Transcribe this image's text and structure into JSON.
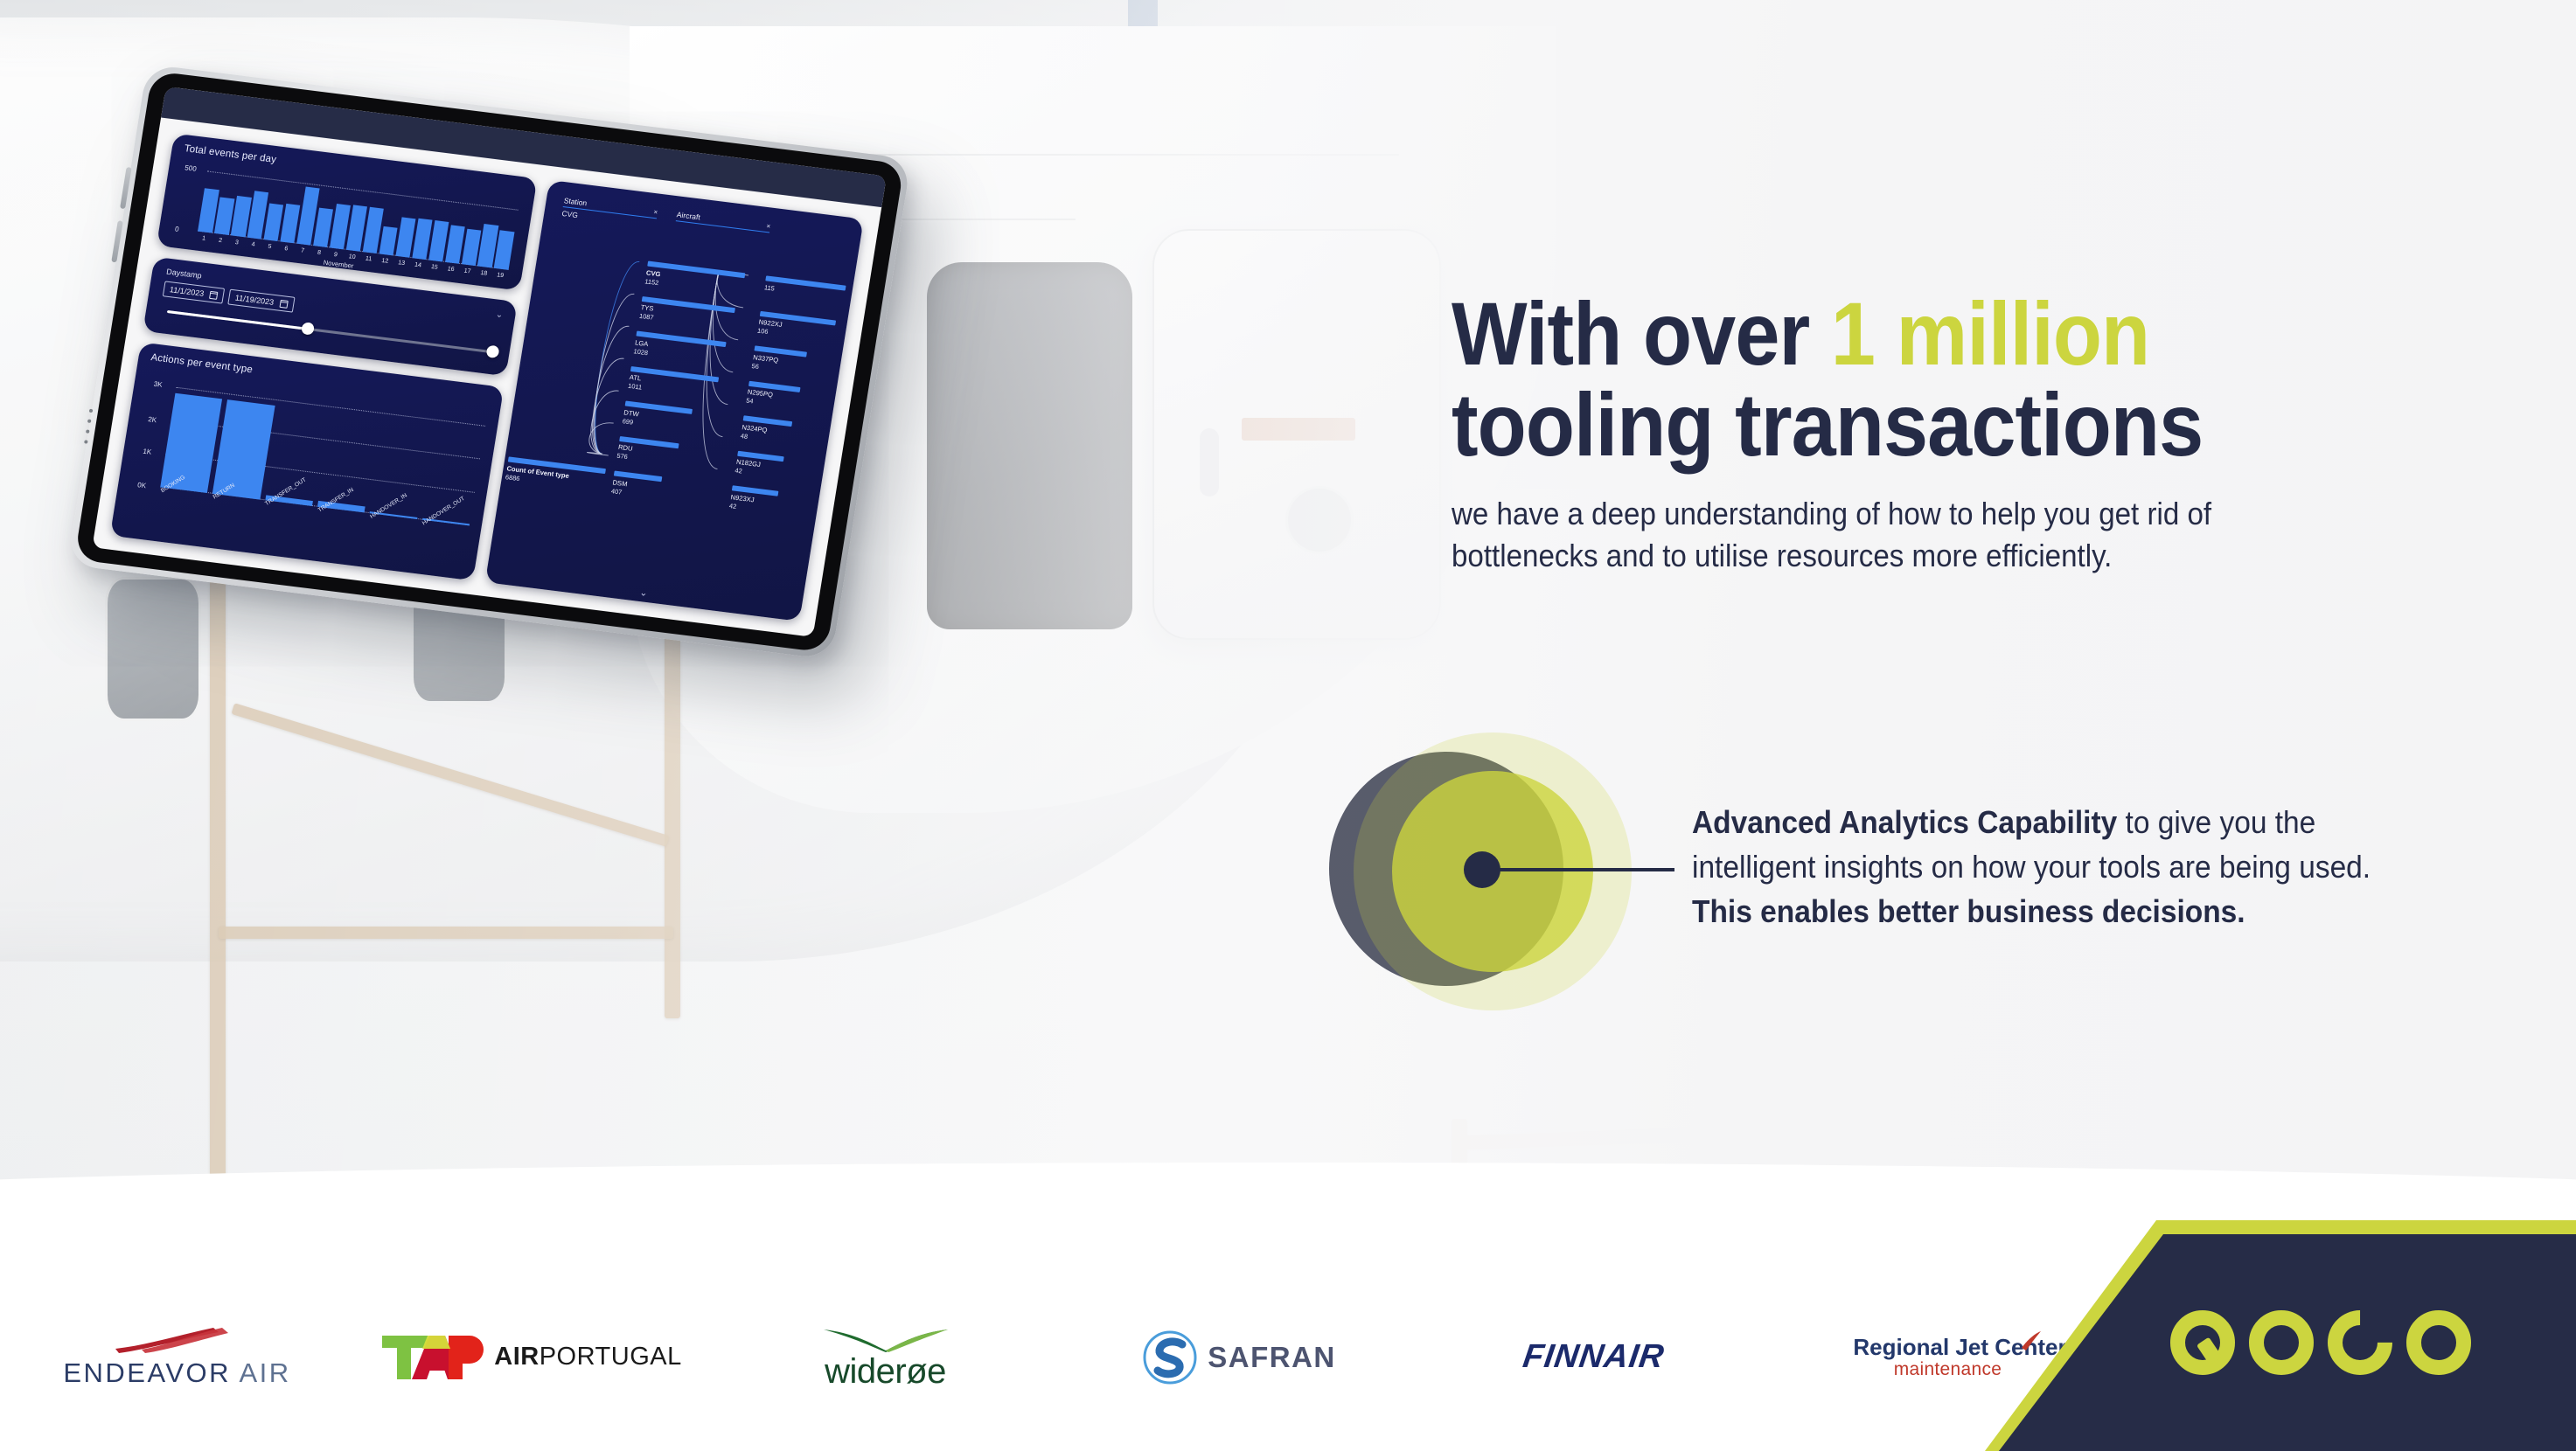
{
  "headline": {
    "line1_plain": "With over ",
    "line1_accent": "1 million",
    "line2": "tooling transactions",
    "subtext": "we have a deep understanding of how to help you get rid of bottlenecks and to utilise resources more efficiently."
  },
  "callout": {
    "bold_lead": "Advanced Analytics Capability",
    "mid": " to give you the intelligent insights on how your tools are being used. ",
    "bold_tail": "This enables better business decisions."
  },
  "colors": {
    "accent_lime": "#ccd53f",
    "navy": "#252b46",
    "dashboard_card": "#141a52",
    "bar_blue": "#3d86f0"
  },
  "tablet": {
    "dashboard": {
      "events_card": {
        "title": "Total events per day",
        "y_labels": [
          "500",
          "0"
        ],
        "x_label": "November"
      },
      "daystamp_card": {
        "label": "Daystamp",
        "start_date": "11/1/2023",
        "end_date": "11/19/2023",
        "chevron": "⌄"
      },
      "actions_card": {
        "title": "Actions per event type",
        "y_labels": [
          "3K",
          "2K",
          "1K",
          "0K"
        ]
      },
      "sankey_card": {
        "filters": [
          {
            "name": "Station",
            "value": "CVG",
            "clear": "×"
          },
          {
            "name": "Aircraft",
            "value": "",
            "clear": "×"
          }
        ],
        "total_label": "Count of Event type",
        "total_value": "6886",
        "chevron": "⌄"
      }
    }
  },
  "chart_data": [
    {
      "type": "bar",
      "title": "Total events per day",
      "xlabel": "November",
      "ylabel": "",
      "ylim": [
        0,
        560
      ],
      "grid": true,
      "categories": [
        "1",
        "2",
        "3",
        "4",
        "5",
        "6",
        "7",
        "8",
        "9",
        "10",
        "11",
        "12",
        "13",
        "14",
        "15",
        "16",
        "17",
        "18",
        "19"
      ],
      "values": [
        400,
        340,
        370,
        430,
        340,
        350,
        530,
        355,
        410,
        415,
        420,
        255,
        360,
        365,
        365,
        345,
        330,
        390,
        350
      ]
    },
    {
      "type": "bar",
      "title": "Actions per event type",
      "xlabel": "",
      "ylabel": "",
      "ylim": [
        0,
        3400
      ],
      "grid": true,
      "categories": [
        "BOOKING",
        "RETURN",
        "TRANSFER_OUT",
        "TRANSFER_IN",
        "HANDOVER_IN",
        "HANDOVER_OUT"
      ],
      "values": [
        3200,
        3200,
        180,
        200,
        60,
        70
      ]
    },
    {
      "type": "sankey",
      "title": "Count of Event type",
      "total": 6886,
      "station_nodes": [
        {
          "name": "CVG",
          "value": 1152
        },
        {
          "name": "TYS",
          "value": 1087
        },
        {
          "name": "LGA",
          "value": 1028
        },
        {
          "name": "ATL",
          "value": 1011
        },
        {
          "name": "DTW",
          "value": 699
        },
        {
          "name": "RDU",
          "value": 576
        },
        {
          "name": "DSM",
          "value": 407
        }
      ],
      "aircraft_nodes": [
        {
          "name": "",
          "value": 115
        },
        {
          "name": "N922XJ",
          "value": 106
        },
        {
          "name": "N337PQ",
          "value": 56
        },
        {
          "name": "N295PQ",
          "value": 54
        },
        {
          "name": "N324PQ",
          "value": 48
        },
        {
          "name": "N182GJ",
          "value": 42
        },
        {
          "name": "N923XJ",
          "value": 42
        }
      ]
    }
  ],
  "logos": [
    {
      "id": "endeavor-air",
      "name_main": "ENDEAVOR",
      "name_thin": " AIR"
    },
    {
      "id": "tap-air-portugal",
      "mark": "TAP",
      "name_bold": "AIR",
      "name_reg": "PORTUGAL"
    },
    {
      "id": "wideroe",
      "name": "widerøe"
    },
    {
      "id": "safran",
      "name": "SAFRAN"
    },
    {
      "id": "finnair",
      "name": "FINNAIR"
    },
    {
      "id": "regional-jet-center",
      "name_top": "Regional Jet Center",
      "name_sub": "maintenance"
    }
  ],
  "brand": {
    "name": "QOCO"
  }
}
